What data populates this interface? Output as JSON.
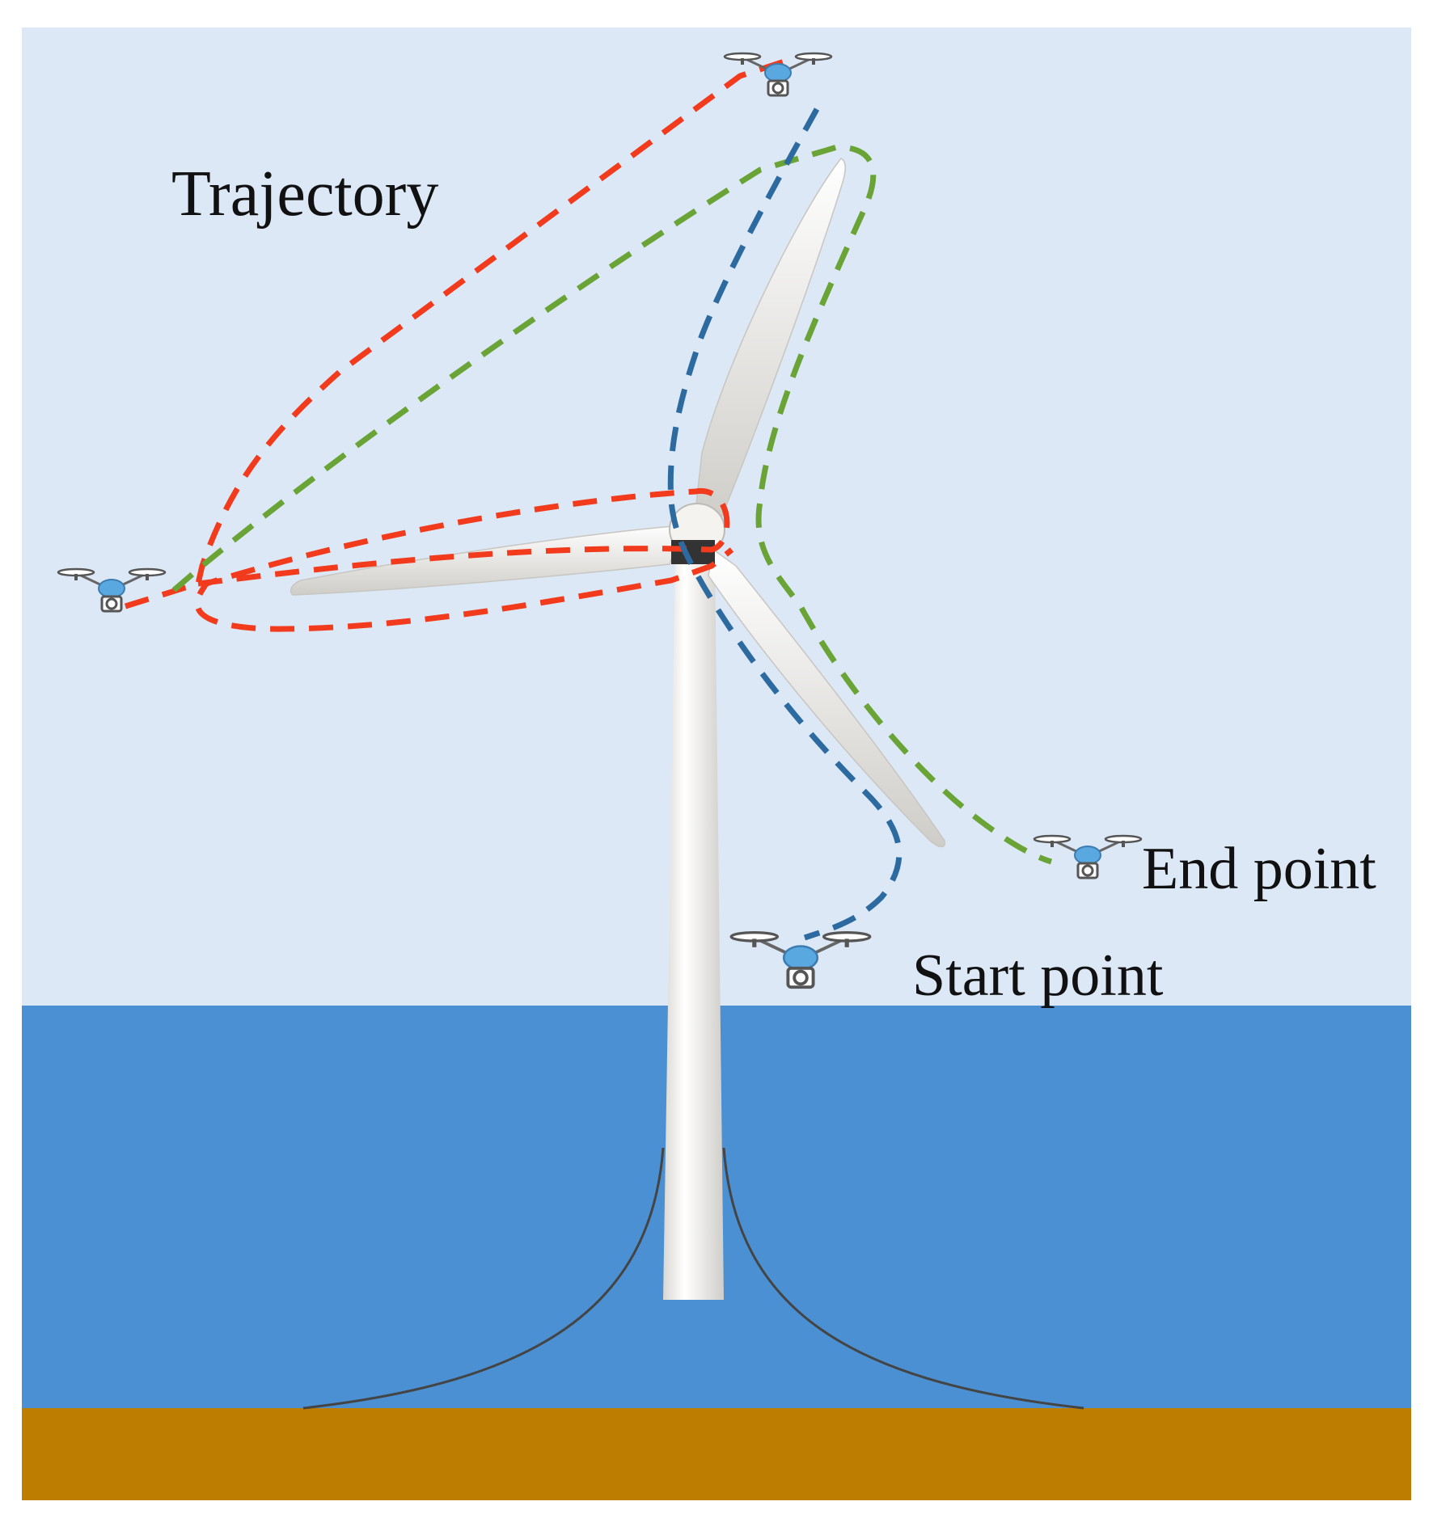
{
  "labels": {
    "trajectory": "Trajectory",
    "end_point": "End point",
    "start_point": "Start point"
  },
  "colors": {
    "sky": "#dce8f6",
    "sea": "#4a90d2",
    "seabed": "#bd7d00",
    "tower": "#f2f0ec",
    "red_path": "#f23a1c",
    "green_path": "#6aa437",
    "blue_path": "#2c6aa0",
    "mooring_line": "#444444"
  },
  "icons": [
    "drone-icon",
    "wind-turbine-icon"
  ]
}
